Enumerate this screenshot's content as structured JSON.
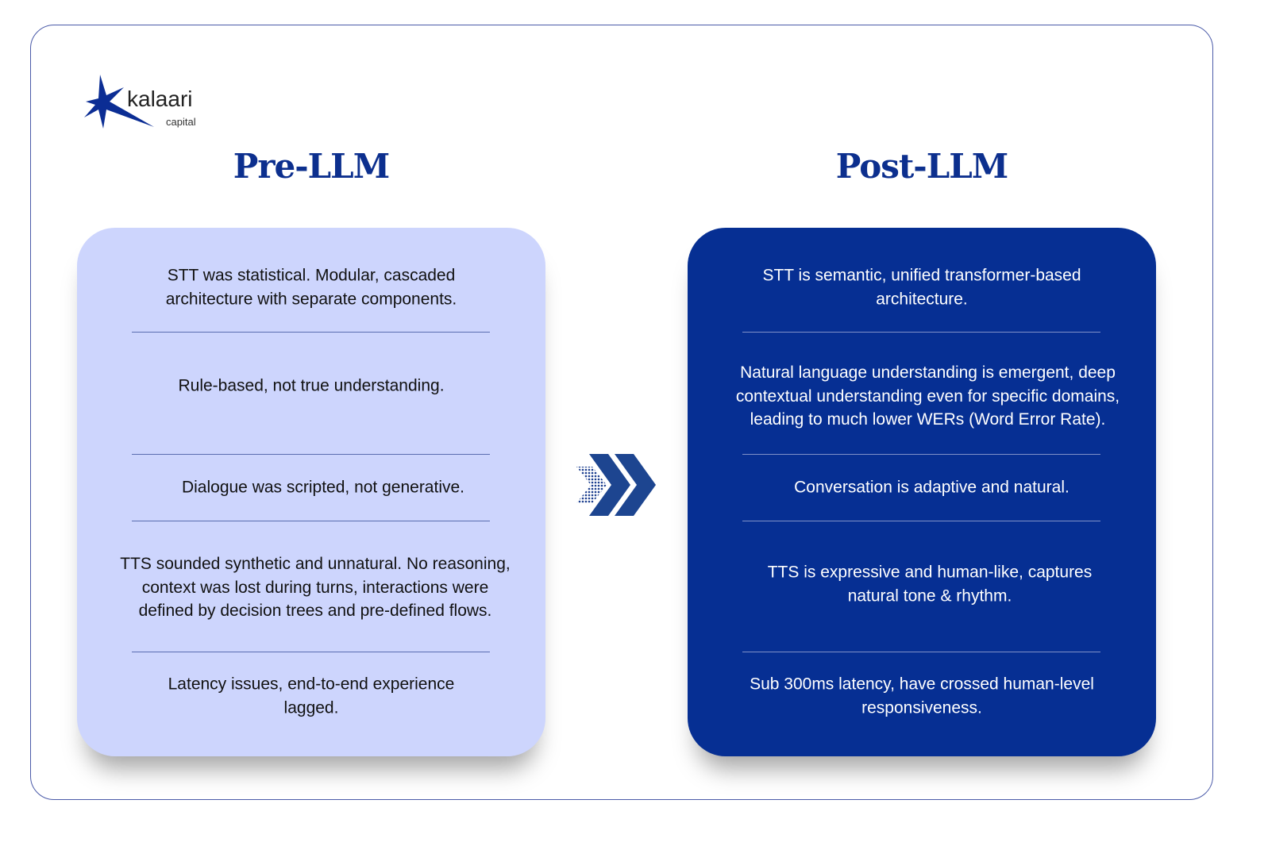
{
  "logo": {
    "name": "kalaari",
    "sub": "capital"
  },
  "pre": {
    "title": "Pre-LLM",
    "items": [
      "STT was statistical. Modular, cascaded architecture with separate components.",
      "Rule-based, not true understanding.",
      "Dialogue was scripted, not generative.",
      "TTS sounded synthetic and unnatural. No reasoning, context was lost during turns, interactions were defined by decision trees and pre-defined flows.",
      "Latency issues, end-to-end experience lagged."
    ]
  },
  "post": {
    "title": "Post-LLM",
    "items": [
      "STT is semantic, unified transformer-based architecture.",
      "Natural language understanding is emergent, deep contextual understanding even for specific domains, leading to much lower WERs (Word Error Rate).",
      "Conversation is adaptive and natural.",
      "TTS is expressive and human-like, captures natural tone & rhythm.",
      "Sub 300ms latency, have crossed human-level responsiveness."
    ]
  },
  "colors": {
    "pre_bg": "#cdd5fd",
    "post_bg": "#062f93",
    "title": "#0c2f8e"
  }
}
